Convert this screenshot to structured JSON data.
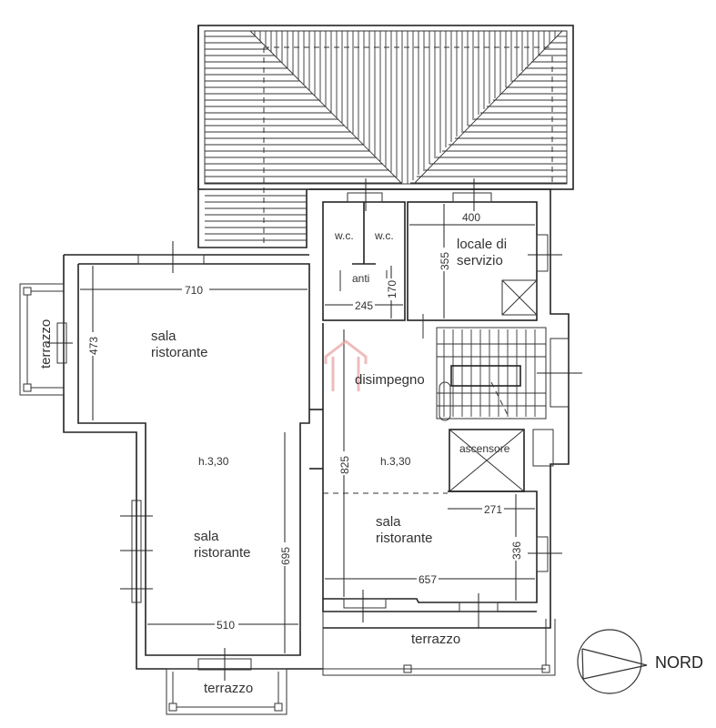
{
  "plan": {
    "rooms": {
      "sala_nw": [
        "sala",
        "ristorante"
      ],
      "sala_sw": [
        "sala",
        "ristorante"
      ],
      "sala_se": [
        "sala",
        "ristorante"
      ],
      "wc_left": "w.c.",
      "wc_right": "w.c.",
      "anti": "anti",
      "locale": [
        "locale di",
        "servizio"
      ],
      "disimpegno": "disimpegno",
      "ascensore": "ascensore",
      "terrazzo_west": "terrazzo",
      "terrazzo_south": "terrazzo",
      "terrazzo_east": "terrazzo"
    },
    "heights": {
      "west": "h.3,30",
      "center": "h.3,30"
    },
    "dimensions": {
      "d710": "710",
      "d473": "473",
      "d510": "510",
      "d695": "695",
      "d825": "825",
      "d245": "245",
      "d170": "170",
      "d400": "400",
      "d355": "355",
      "d271": "271",
      "d336": "336",
      "d657": "657"
    },
    "compass": {
      "label": "NORD"
    },
    "watermark_color": "#e8a0a0"
  }
}
